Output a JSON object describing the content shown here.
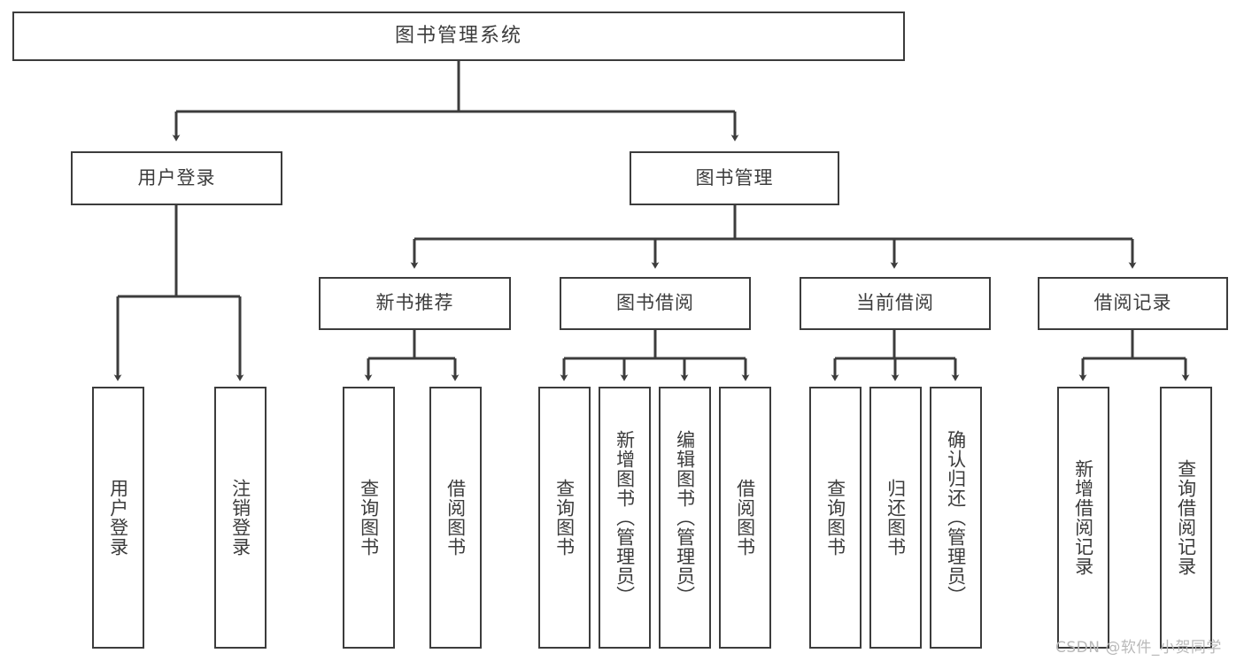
{
  "diagram": {
    "type": "tree-hierarchy-diagram",
    "title": "图书管理系统",
    "colors": {
      "stroke": "#3c3c3c",
      "fill": "#ffffff",
      "background": "#ffffff",
      "watermark": "#b9b9b9"
    },
    "root": {
      "label": "图书管理系统"
    },
    "level2": [
      {
        "label": "用户登录"
      },
      {
        "label": "图书管理"
      }
    ],
    "level3": [
      {
        "label": "新书推荐"
      },
      {
        "label": "图书借阅"
      },
      {
        "label": "当前借阅"
      },
      {
        "label": "借阅记录"
      }
    ],
    "leaves": {
      "user_login": [
        {
          "label": "用户登录"
        },
        {
          "label": "注销登录"
        }
      ],
      "new_book_recommend": [
        {
          "label": "查询图书"
        },
        {
          "label": "借阅图书"
        }
      ],
      "book_borrow": [
        {
          "label": "查询图书"
        },
        {
          "label": "新增图书（管理员）"
        },
        {
          "label": "编辑图书（管理员）"
        },
        {
          "label": "借阅图书"
        }
      ],
      "current_borrow": [
        {
          "label": "查询图书"
        },
        {
          "label": "归还图书"
        },
        {
          "label": "确认归还（管理员）"
        }
      ],
      "borrow_record": [
        {
          "label": "新增借阅记录"
        },
        {
          "label": "查询借阅记录"
        }
      ]
    },
    "watermark": "CSDN @软件_小贺同学"
  }
}
